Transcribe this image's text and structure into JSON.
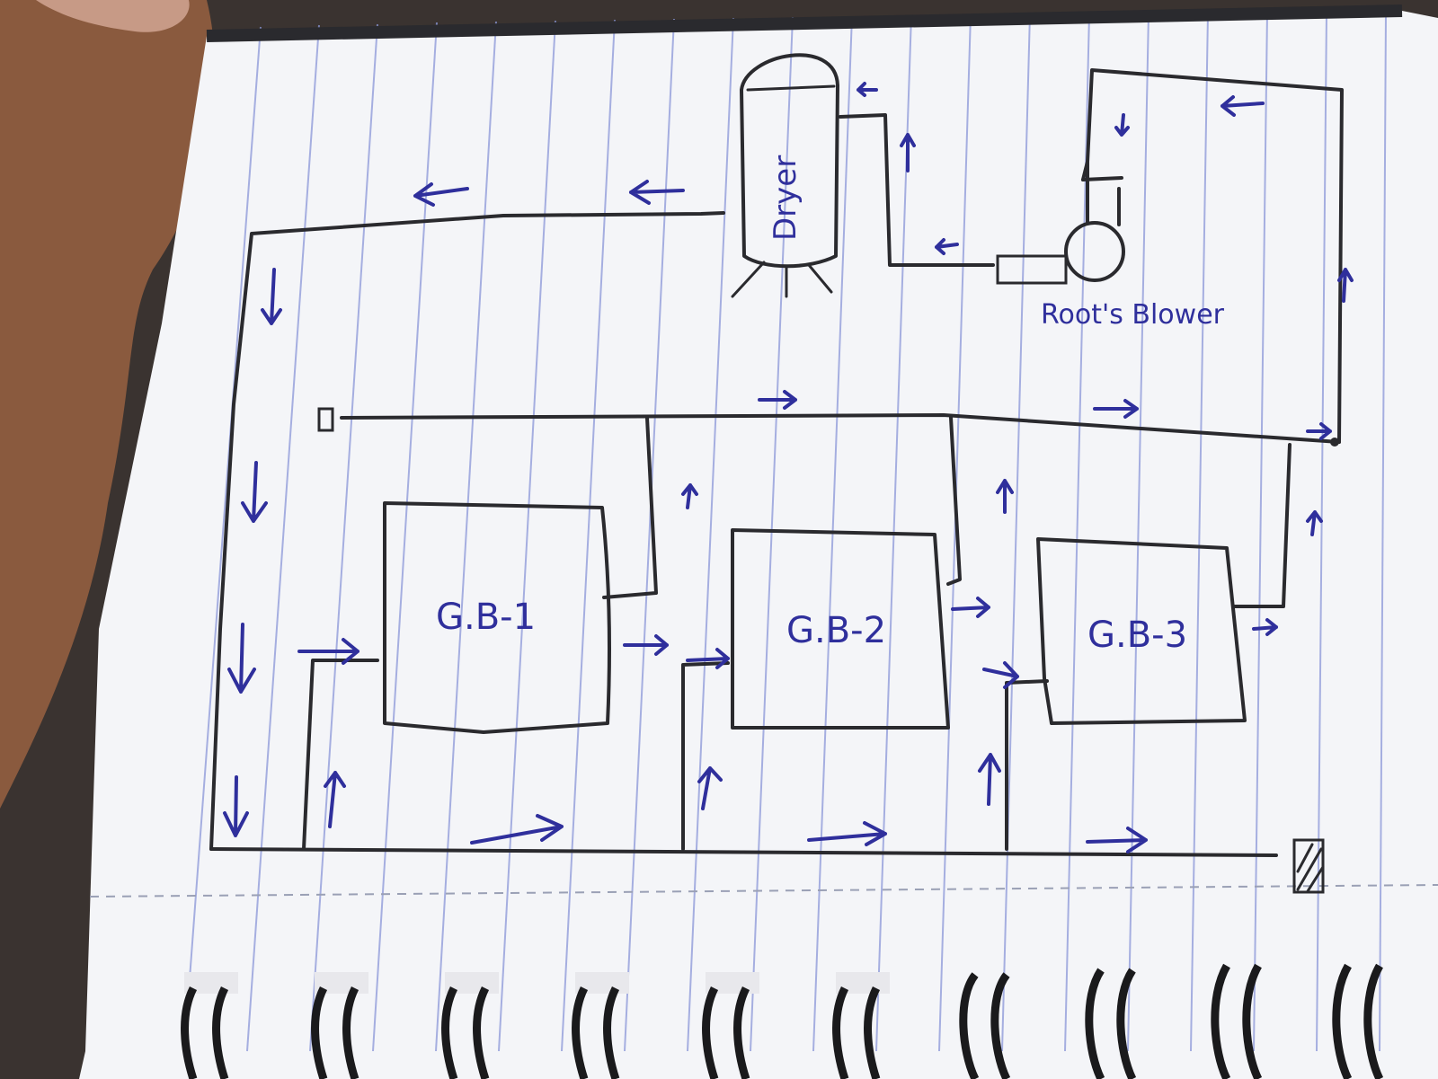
{
  "diagram": {
    "components": {
      "dryer": "Dryer",
      "roots_blower": "Root's Blower",
      "gb1": "G.B-1",
      "gb2": "G.B-2",
      "gb3": "G.B-3"
    }
  },
  "colors": {
    "paper": "#f4f5f8",
    "rule_line": "#8b97d8",
    "ink": "#2a2a2e",
    "blue_ink": "#2f2f9c",
    "spiral": "#1a1a1c"
  }
}
